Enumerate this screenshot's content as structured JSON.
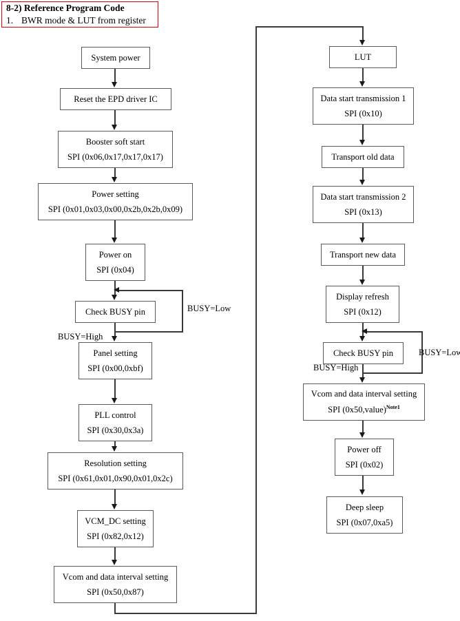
{
  "title": {
    "heading": "8-2) Reference Program Code",
    "item_number": "1.",
    "item_text": "BWR mode & LUT from register",
    "border_color": "#e00000"
  },
  "colors": {
    "box_border": "#595959",
    "connector": "#3a3a3a",
    "text": "#000000",
    "callout_border": "#e00000",
    "background": "#ffffff"
  },
  "flow": {
    "type": "flowchart",
    "left_column": [
      {
        "id": "system-power",
        "line1": "System power",
        "line2": ""
      },
      {
        "id": "reset-epd",
        "line1": "Reset the EPD driver IC",
        "line2": ""
      },
      {
        "id": "booster-soft-start",
        "line1": "Booster soft start",
        "line2": "SPI (0x06,0x17,0x17,0x17)"
      },
      {
        "id": "power-setting",
        "line1": "Power setting",
        "line2": "SPI (0x01,0x03,0x00,0x2b,0x2b,0x09)"
      },
      {
        "id": "power-on",
        "line1": "Power on",
        "line2": "SPI (0x04)"
      },
      {
        "id": "check-busy-pin-1",
        "line1": "Check BUSY pin",
        "line2": ""
      },
      {
        "id": "panel-setting",
        "line1": "Panel setting",
        "line2": "SPI (0x00,0xbf)"
      },
      {
        "id": "pll-control",
        "line1": "PLL control",
        "line2": "SPI (0x30,0x3a)"
      },
      {
        "id": "resolution-setting",
        "line1": "Resolution setting",
        "line2": "SPI (0x61,0x01,0x90,0x01,0x2c)"
      },
      {
        "id": "vcm-dc-setting",
        "line1": "VCM_DC setting",
        "line2": "SPI (0x82,0x12)"
      },
      {
        "id": "vcom-data-interval-1",
        "line1": "Vcom and data interval setting",
        "line2": "SPI (0x50,0x87)"
      }
    ],
    "right_column": [
      {
        "id": "lut",
        "line1": "LUT",
        "line2": ""
      },
      {
        "id": "data-start-trans-1",
        "line1": "Data start transmission 1",
        "line2": "SPI (0x10)"
      },
      {
        "id": "transport-old-data",
        "line1": "Transport old data",
        "line2": ""
      },
      {
        "id": "data-start-trans-2",
        "line1": "Data start transmission 2",
        "line2": "SPI (0x13)"
      },
      {
        "id": "transport-new-data",
        "line1": "Transport new data",
        "line2": ""
      },
      {
        "id": "display-refresh",
        "line1": "Display refresh",
        "line2": "SPI (0x12)"
      },
      {
        "id": "check-busy-pin-2",
        "line1": "Check BUSY pin",
        "line2": ""
      },
      {
        "id": "vcom-data-interval-2",
        "line1": "Vcom and data interval setting",
        "line2": "SPI (0x50,value)",
        "superscript": "Note1"
      },
      {
        "id": "power-off",
        "line1": "Power off",
        "line2": "SPI (0x02)"
      },
      {
        "id": "deep-sleep",
        "line1": "Deep sleep",
        "line2": "SPI (0x07,0xa5)"
      }
    ],
    "edge_labels": {
      "busy_low_left": "BUSY=Low",
      "busy_high_left": "BUSY=High",
      "busy_low_right": "BUSY=Low",
      "busy_high_right": "BUSY=High"
    }
  }
}
